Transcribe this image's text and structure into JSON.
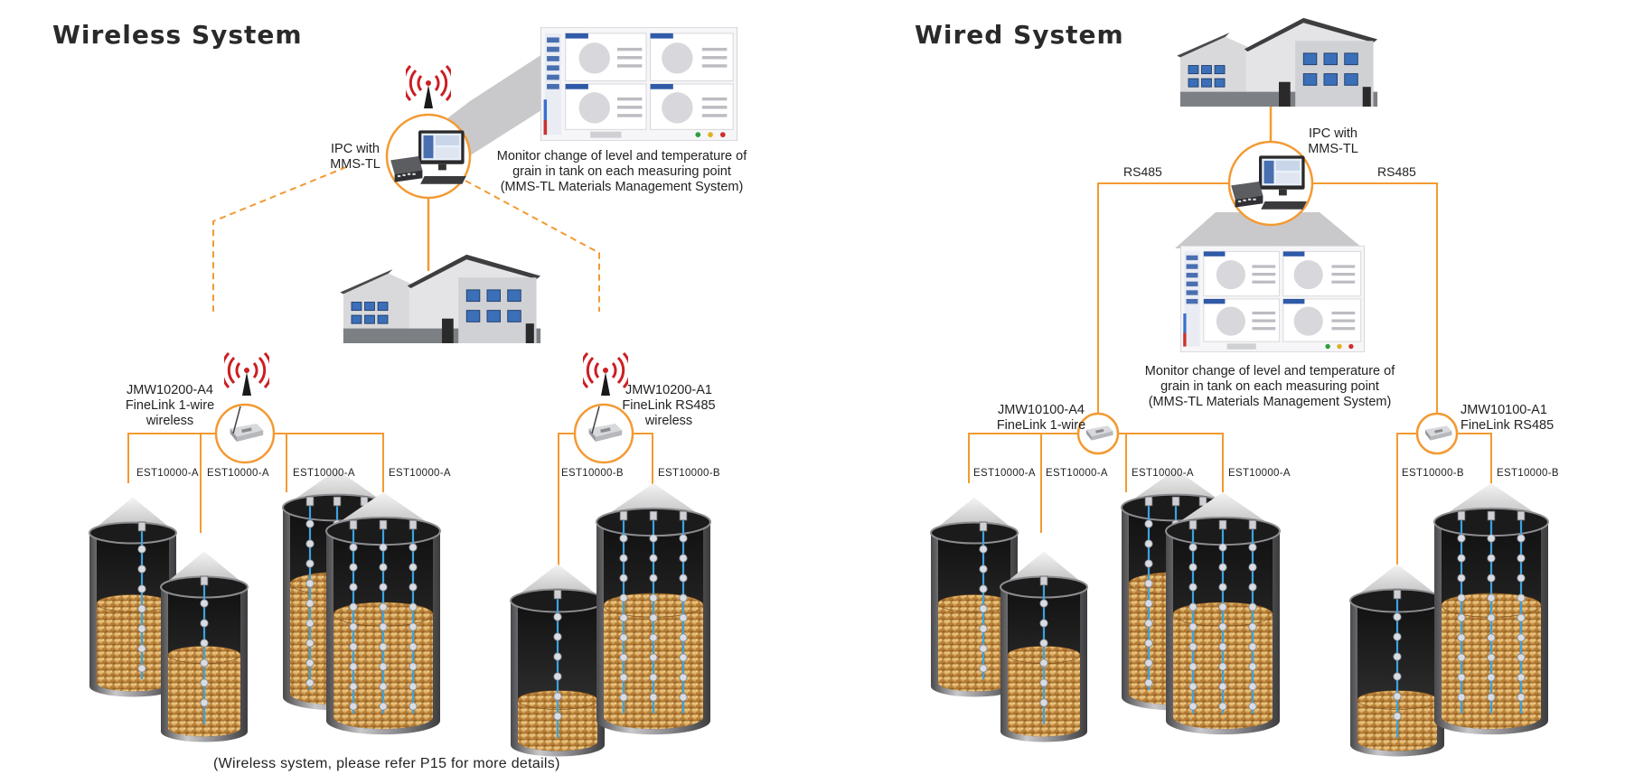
{
  "wireless": {
    "title": "Wireless System",
    "ipc_label": [
      "IPC with",
      "MMS-TL"
    ],
    "monitor_text": [
      "Monitor change of level and temperature of",
      "grain in tank on each measuring point",
      "(MMS-TL Materials Management System)"
    ],
    "node_a4": [
      "JMW10200-A4",
      "FineLink 1-wire",
      "wireless"
    ],
    "node_a1": [
      "JMW10200-A1",
      "FineLink RS485",
      "wireless"
    ],
    "sensors_a4": [
      "EST10000-A",
      "EST10000-A",
      "EST10000-A",
      "EST10000-A"
    ],
    "sensors_a1": [
      "EST10000-B",
      "EST10000-B"
    ],
    "footnote": "(Wireless system, please refer P15 for more details)"
  },
  "wired": {
    "title": "Wired System",
    "ipc_label": [
      "IPC with",
      "MMS-TL"
    ],
    "bus_left": "RS485",
    "bus_right": "RS485",
    "monitor_text": [
      "Monitor change of level and temperature of",
      "grain in tank on each measuring point",
      "(MMS-TL Materials Management System)"
    ],
    "node_a4": [
      "JMW10100-A4",
      "FineLink 1-wire"
    ],
    "node_a1": [
      "JMW10100-A1",
      "FineLink RS485"
    ],
    "sensors_a4": [
      "EST10000-A",
      "EST10000-A",
      "EST10000-A",
      "EST10000-A"
    ],
    "sensors_a1": [
      "EST10000-B",
      "EST10000-B"
    ]
  },
  "colors": {
    "accent": "#f39a33",
    "signal": "#cc1f24",
    "cable": "#3aa3e0",
    "building": "#8d9094"
  },
  "icons": [
    "radio-signal-icon",
    "building-icon",
    "ipc-computer-icon",
    "finelink-module-icon",
    "silo-icon",
    "software-screenshot-icon"
  ]
}
